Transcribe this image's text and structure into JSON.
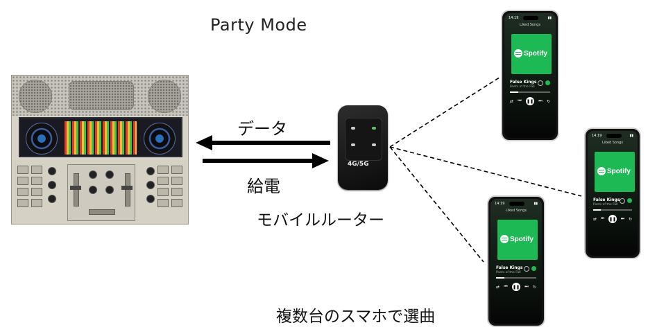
{
  "title": "Party Mode",
  "labels": {
    "data": "データ",
    "power": "給電",
    "router": "モバイルルーター",
    "select_songs": "複数台のスマホで選曲"
  },
  "router": {
    "brand": "4G/5G"
  },
  "phones": [
    {
      "time": "14:19",
      "playlist": "Liked Songs",
      "logo": "Spotify",
      "track": "False Kings",
      "artist": "Poets of the Fall"
    },
    {
      "time": "14:19",
      "playlist": "Liked Songs",
      "logo": "Spotify",
      "track": "False Kings",
      "artist": "Poets of the Fall"
    },
    {
      "time": "14:19",
      "playlist": "Liked Songs",
      "logo": "Spotify",
      "track": "False Kings",
      "artist": "Poets of the Fall"
    }
  ],
  "colors": {
    "spotify_green": "#1db954",
    "arrow": "#000000"
  }
}
